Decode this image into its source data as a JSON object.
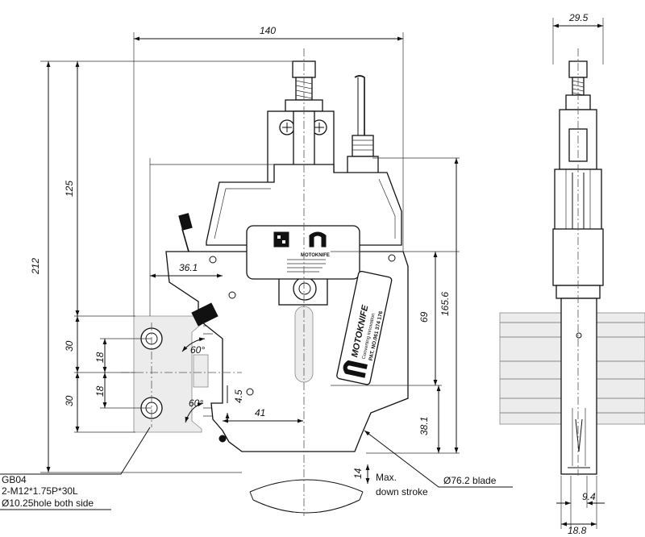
{
  "dimensions": {
    "width_140": "140",
    "width_29_5": "29.5",
    "height_125": "125",
    "height_212": "212",
    "offset_36_1": "36.1",
    "height_69": "69",
    "height_165_6": "165.6",
    "pitch_30_top": "30",
    "pitch_30_bottom": "30",
    "half_18_top": "18",
    "half_18_bottom": "18",
    "angle_60_top": "60°",
    "angle_60_bottom": "60°",
    "gap_4_5": "4.5",
    "offset_41": "41",
    "depth_38_1": "38.1",
    "stroke_14": "14",
    "thickness_9_4": "9.4",
    "thickness_18_8": "18.8"
  },
  "callouts": {
    "mount_model": "GB04",
    "mount_screws": "2-M12*1.75P*30L",
    "mount_holes": "Ø10.25hole both side",
    "max_stroke_line1": "Max.",
    "max_stroke_line2": "down stroke",
    "blade": "Ø76.2 blade"
  },
  "branding": {
    "brand_name": "MOTOKNIFE",
    "brand_slogan": "Converting innovation",
    "patent_number": "PAT. NO.061 374 176"
  }
}
